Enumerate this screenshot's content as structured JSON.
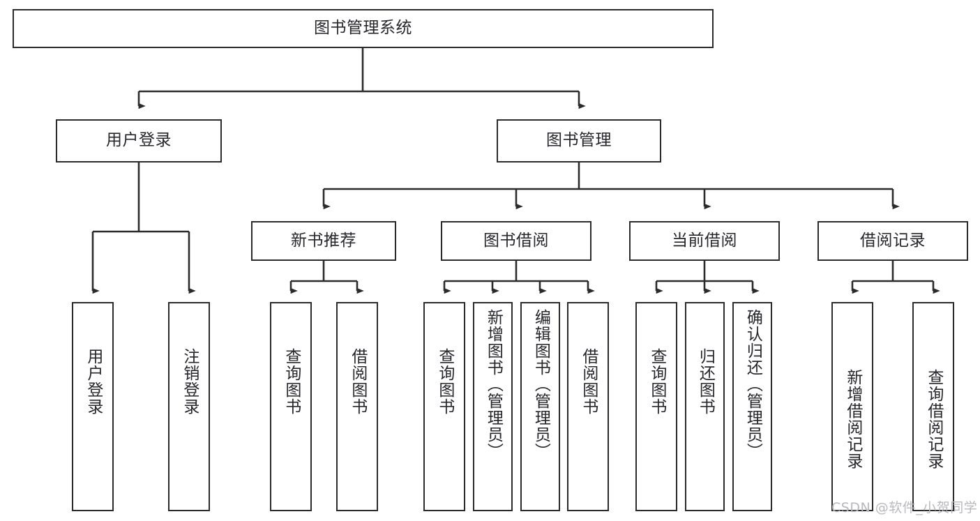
{
  "diagram": {
    "title": "图书管理系统",
    "type": "hierarchy-tree",
    "watermark": "CSDN @软件_小贺同学",
    "colors": {
      "stroke": "#2b2b2b",
      "text": "#26262b",
      "background": "#ffffff",
      "watermark": "#b9b9bd"
    },
    "levels": {
      "root": {
        "label": "图书管理系统"
      },
      "level2": [
        {
          "id": "user-login",
          "label": "用户登录"
        },
        {
          "id": "book-management",
          "label": "图书管理"
        }
      ],
      "level3": [
        {
          "id": "new-book-recommend",
          "label": "新书推荐"
        },
        {
          "id": "book-borrow",
          "label": "图书借阅"
        },
        {
          "id": "current-borrow",
          "label": "当前借阅"
        },
        {
          "id": "borrow-record",
          "label": "借阅记录"
        }
      ],
      "leaves": [
        {
          "id": "leaf-user-login",
          "label": "用户登录",
          "parent": "user-login"
        },
        {
          "id": "leaf-logout-login",
          "label": "注销登录",
          "parent": "user-login"
        },
        {
          "id": "leaf-query-book-1",
          "label": "查询图书",
          "parent": "new-book-recommend"
        },
        {
          "id": "leaf-borrow-book-1",
          "label": "借阅图书",
          "parent": "new-book-recommend"
        },
        {
          "id": "leaf-query-book-2",
          "label": "查询图书",
          "parent": "book-borrow"
        },
        {
          "id": "leaf-add-book",
          "label": "新增图书（管理员）",
          "parent": "book-borrow"
        },
        {
          "id": "leaf-edit-book",
          "label": "编辑图书（管理员）",
          "parent": "book-borrow"
        },
        {
          "id": "leaf-borrow-book-2",
          "label": "借阅图书",
          "parent": "book-borrow"
        },
        {
          "id": "leaf-query-book-3",
          "label": "查询图书",
          "parent": "current-borrow"
        },
        {
          "id": "leaf-return-book",
          "label": "归还图书",
          "parent": "current-borrow"
        },
        {
          "id": "leaf-confirm-return",
          "label": "确认归还（管理员）",
          "parent": "current-borrow"
        },
        {
          "id": "leaf-add-record",
          "label": "新增借阅记录",
          "parent": "borrow-record"
        },
        {
          "id": "leaf-query-record",
          "label": "查询借阅记录",
          "parent": "borrow-record"
        }
      ]
    }
  }
}
